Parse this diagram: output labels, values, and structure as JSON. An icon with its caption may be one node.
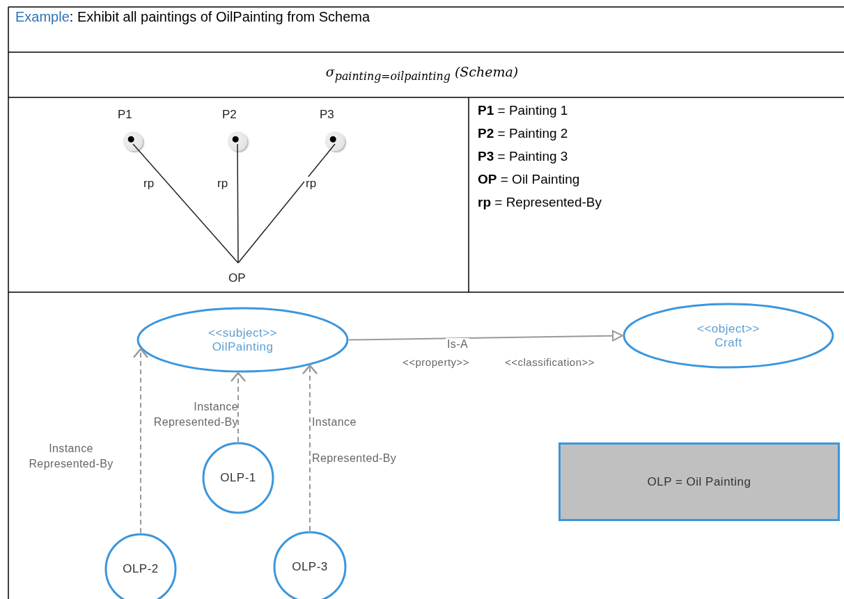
{
  "diagram": {
    "nodes": [
      {
        "text": [
          "P1"
        ]
      },
      {
        "text": [
          "P2"
        ]
      },
      {
        "text": [
          "P3"
        ]
      },
      {
        "text": [
          "OP"
        ]
      },
      {
        "text": [
          "<<subject>>",
          "OilPainting"
        ]
      },
      {
        "text": [
          "<<object>>",
          "Craft"
        ]
      },
      {
        "text": [
          "OLP-1"
        ]
      },
      {
        "text": [
          "OLP-2"
        ]
      },
      {
        "text": [
          "OLP-3"
        ]
      },
      {
        "text": [
          "OLP = Oil Painting"
        ]
      }
    ],
    "edges": [
      {
        "from": 0,
        "to": 3,
        "arrow": "none",
        "label": "rp",
        "color": "#222222"
      },
      {
        "from": 1,
        "to": 3,
        "arrow": "none",
        "label": "rp",
        "color": "#222222"
      },
      {
        "from": 2,
        "to": 3,
        "arrow": "none",
        "label": "rp",
        "color": "#222222"
      },
      {
        "from": 4,
        "to": 5,
        "arrow": "to",
        "label": "Is-A"
      },
      {
        "from": 6,
        "to": 4,
        "arrow": "to",
        "label": "Instance Represented-By",
        "style": "dashed"
      },
      {
        "from": 7,
        "to": 4,
        "arrow": "to",
        "label": "Instance Represented-By",
        "style": "dashed"
      },
      {
        "from": 8,
        "to": 4,
        "arrow": "to",
        "label": "Instance Represented-By",
        "style": "dashed"
      }
    ],
    "labels": [
      "Example: Exhibit all paintings of OilPainting from Schema",
      "σ$_{painting=oilpainting}$ (Schema)",
      "**P1** = Painting 1",
      "**P2** = Painting 2",
      "**P3** = Painting 3",
      "**OP** = Oil Painting",
      "**rp** = Represented-By",
      "<<property>>",
      "<<classification>>"
    ]
  }
}
